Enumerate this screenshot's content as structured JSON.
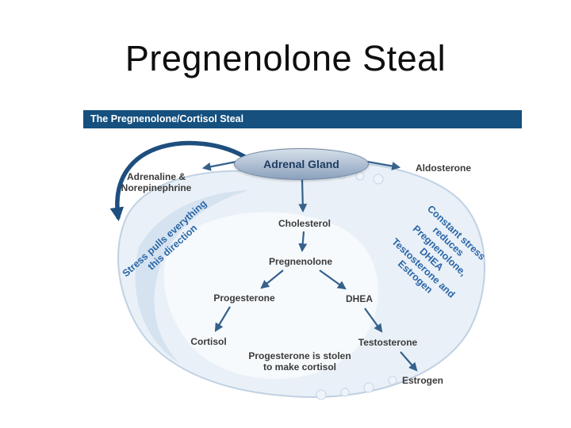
{
  "slide": {
    "title": "Pregnenolone Steal"
  },
  "diagram": {
    "header": "The Pregnenolone/Cortisol Steal",
    "gland_label": "Adrenal Gland",
    "labels": {
      "adrenaline": "Adrenaline &\nNorepinephrine",
      "aldosterone": "Aldosterone",
      "cholesterol": "Cholesterol",
      "pregnenolone": "Pregnenolone",
      "progesterone": "Progesterone",
      "cortisol": "Cortisol",
      "dhea": "DHEA",
      "testosterone": "Testosterone",
      "estrogen": "Estrogen",
      "stolen_note": "Progesterone is stolen\nto make cortisol",
      "stress_left": "Stress pulls everything\nthis direction",
      "stress_right": "Constant stress reduces\nPregnenolone, DHEA\nTestosterone and Estrogen"
    },
    "colors": {
      "header_bg": "#15507f",
      "annotation_blue": "#2a66a8",
      "label_color": "#3b3b3b",
      "arrow_blue": "#35618c",
      "curve_blue": "#1d4e7e",
      "shell_fill": "#e9f0f7",
      "gland_text": "#1e3c5f"
    }
  }
}
